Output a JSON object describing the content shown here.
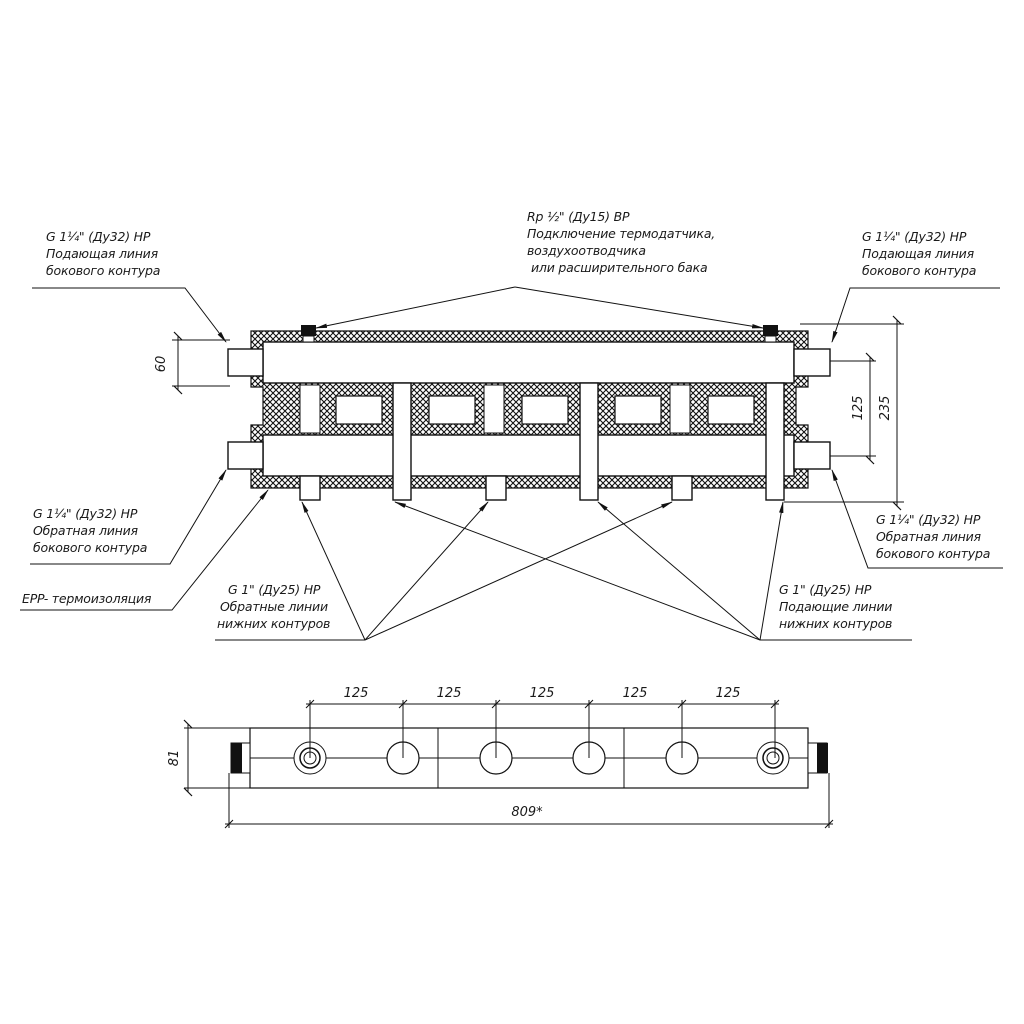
{
  "drawing": {
    "type": "hydraulic manifold technical drawing",
    "callouts": {
      "top_left": {
        "line1": "G 1¼\" (Ду32) НР",
        "line2": "Подающая линия",
        "line3": "бокового контура"
      },
      "top_center": {
        "line1": "Rp ½\" (Ду15) ВР",
        "line2": "Подключение термодатчика,",
        "line3": "воздухоотводчика",
        "line4": "или расширительного бака"
      },
      "top_right": {
        "line1": "G 1¼\" (Ду32) НР",
        "line2": "Подающая линия",
        "line3": "бокового контура"
      },
      "bottom_left": {
        "line1": "G 1¼\" (Ду32) НР",
        "line2": "Обратная линия",
        "line3": "бокового контура"
      },
      "insulation": {
        "line1": "EPP- термоизоляция"
      },
      "return_lower": {
        "line1": "G 1\" (Ду25) НР",
        "line2": "Обратные линии",
        "line3": "нижних контуров"
      },
      "bottom_right": {
        "line1": "G 1¼\" (Ду32) НР",
        "line2": "Обратная линия",
        "line3": "бокового контура"
      },
      "supply_lower": {
        "line1": "G 1\" (Ду25) НР",
        "line2": "Подающие линии",
        "line3": "нижних контуров"
      }
    },
    "dimensions": {
      "side_pipe_height": "60",
      "pipe_spacing": "125",
      "total_height": "235",
      "top_view_depth": "81",
      "outlet_spacing": [
        "125",
        "125",
        "125",
        "125",
        "125"
      ],
      "total_length": "809*"
    }
  }
}
